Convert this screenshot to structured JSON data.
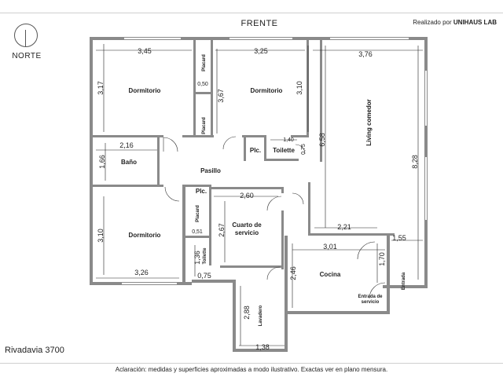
{
  "header": {
    "front_label": "FRENTE",
    "credit_prefix": "Realizado por",
    "credit_brand": "UNIHAUS LAB",
    "north_label": "NORTE"
  },
  "footer": {
    "address": "Rivadavia 3700",
    "disclaimer": "Aclaración: medidas y superficies aproximadas a modo ilustrativo. Exactas ver en plano mensura."
  },
  "rooms": {
    "dormitorio_1": "Dormitorio",
    "dormitorio_2": "Dormitorio",
    "dormitorio_3": "Dormitorio",
    "placard_1": "Placard",
    "placard_2": "Placard",
    "placard_3": "Placard",
    "living": "Living comedor",
    "bano": "Baño",
    "pasillo": "Pasillo",
    "plc_1": "Plc.",
    "plc_2": "Plc.",
    "toilette_1": "Toilette",
    "toilette_2": "Toilette",
    "cuarto_servicio_line1": "Cuarto de",
    "cuarto_servicio_line2": "servicio",
    "cocina": "Cocina",
    "lavadero": "Lavadero",
    "entrada": "Entrada",
    "entrada_servicio_line1": "Entrada de",
    "entrada_servicio_line2": "servicio"
  },
  "dimensions": {
    "d_345": "3,45",
    "d_317": "3,17",
    "d_050": "0,50",
    "d_325": "3,25",
    "d_367": "3,67",
    "d_310a": "3,10",
    "d_376": "3,76",
    "d_658": "6,58",
    "d_828": "8,28",
    "d_216": "2,16",
    "d_166": "1,66",
    "d_140": "1,40",
    "d_075a": "0,75",
    "d_260": "2,60",
    "d_310b": "3,10",
    "d_267": "2,67",
    "d_221": "2,21",
    "d_051": "0,51",
    "d_301": "3,01",
    "d_155": "1,55",
    "d_170": "1,70",
    "d_326": "3,26",
    "d_136": "1,36",
    "d_075b": "0,75",
    "d_246": "2,46",
    "d_288": "2,88",
    "d_138": "1,38"
  }
}
